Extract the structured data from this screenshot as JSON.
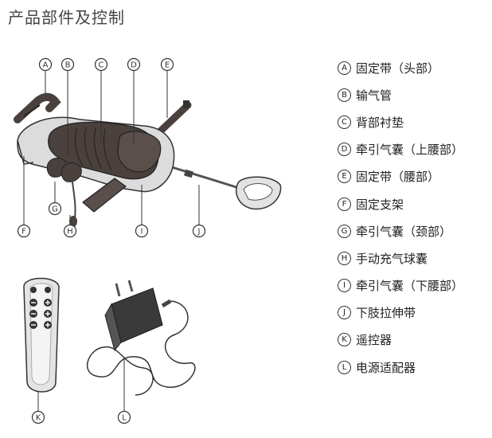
{
  "title": "产品部件及控制",
  "parts": [
    {
      "letter": "A",
      "label": "固定带（头部）"
    },
    {
      "letter": "B",
      "label": "输气管"
    },
    {
      "letter": "C",
      "label": "背部衬垫"
    },
    {
      "letter": "D",
      "label": "牵引气囊（上腰部）"
    },
    {
      "letter": "E",
      "label": "固定带（腰部）"
    },
    {
      "letter": "F",
      "label": "固定支架"
    },
    {
      "letter": "G",
      "label": "牵引气囊（颈部）"
    },
    {
      "letter": "H",
      "label": "手动充气球囊"
    },
    {
      "letter": "I",
      "label": "牵引气囊（下腰部）"
    },
    {
      "letter": "J",
      "label": "下肢拉伸带"
    },
    {
      "letter": "K",
      "label": "遥控器"
    },
    {
      "letter": "L",
      "label": "电源适配器"
    }
  ],
  "colors": {
    "device_dark": "#4a403d",
    "frame_light": "#dcdcdc",
    "line": "#333333"
  }
}
